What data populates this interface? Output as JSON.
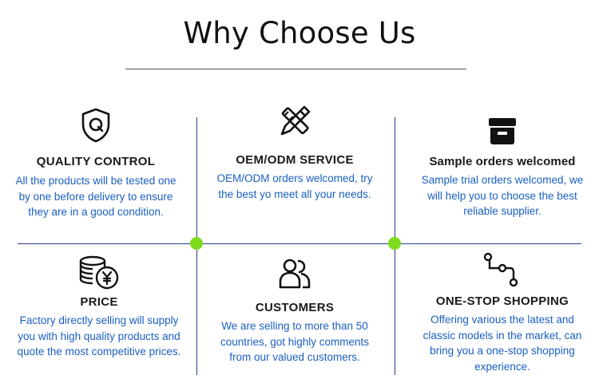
{
  "title": "Why Choose Us",
  "colors": {
    "accent_text": "#1b5fc1",
    "divider": "#2a3a8c",
    "dot": "#7cdc1c"
  },
  "features": [
    {
      "icon": "shield-q-icon",
      "heading": "QUALITY CONTROL",
      "body": "All the products will be tested one by one before delivery to ensure they are in a good condition."
    },
    {
      "icon": "pencil-ruler-icon",
      "heading": "OEM/ODM SERVICE",
      "body": "OEM/ODM orders welcomed, try the best yo meet all your needs."
    },
    {
      "icon": "archive-box-icon",
      "heading": "Sample orders welcomed",
      "body": "Sample trial orders welcomed, we will help you to choose the best reliable supplier."
    },
    {
      "icon": "coins-yen-icon",
      "heading": "PRICE",
      "body": "Factory directly selling will supply you with high quality products and quote the most competitive prices."
    },
    {
      "icon": "users-icon",
      "heading": "CUSTOMERS",
      "body": "We are selling to more than 50 countries, got highly comments from our valued customers."
    },
    {
      "icon": "route-icon",
      "heading": "ONE-STOP SHOPPING",
      "body": "Offering various the latest and classic models in the market, can bring you a one-stop shopping experience."
    }
  ]
}
